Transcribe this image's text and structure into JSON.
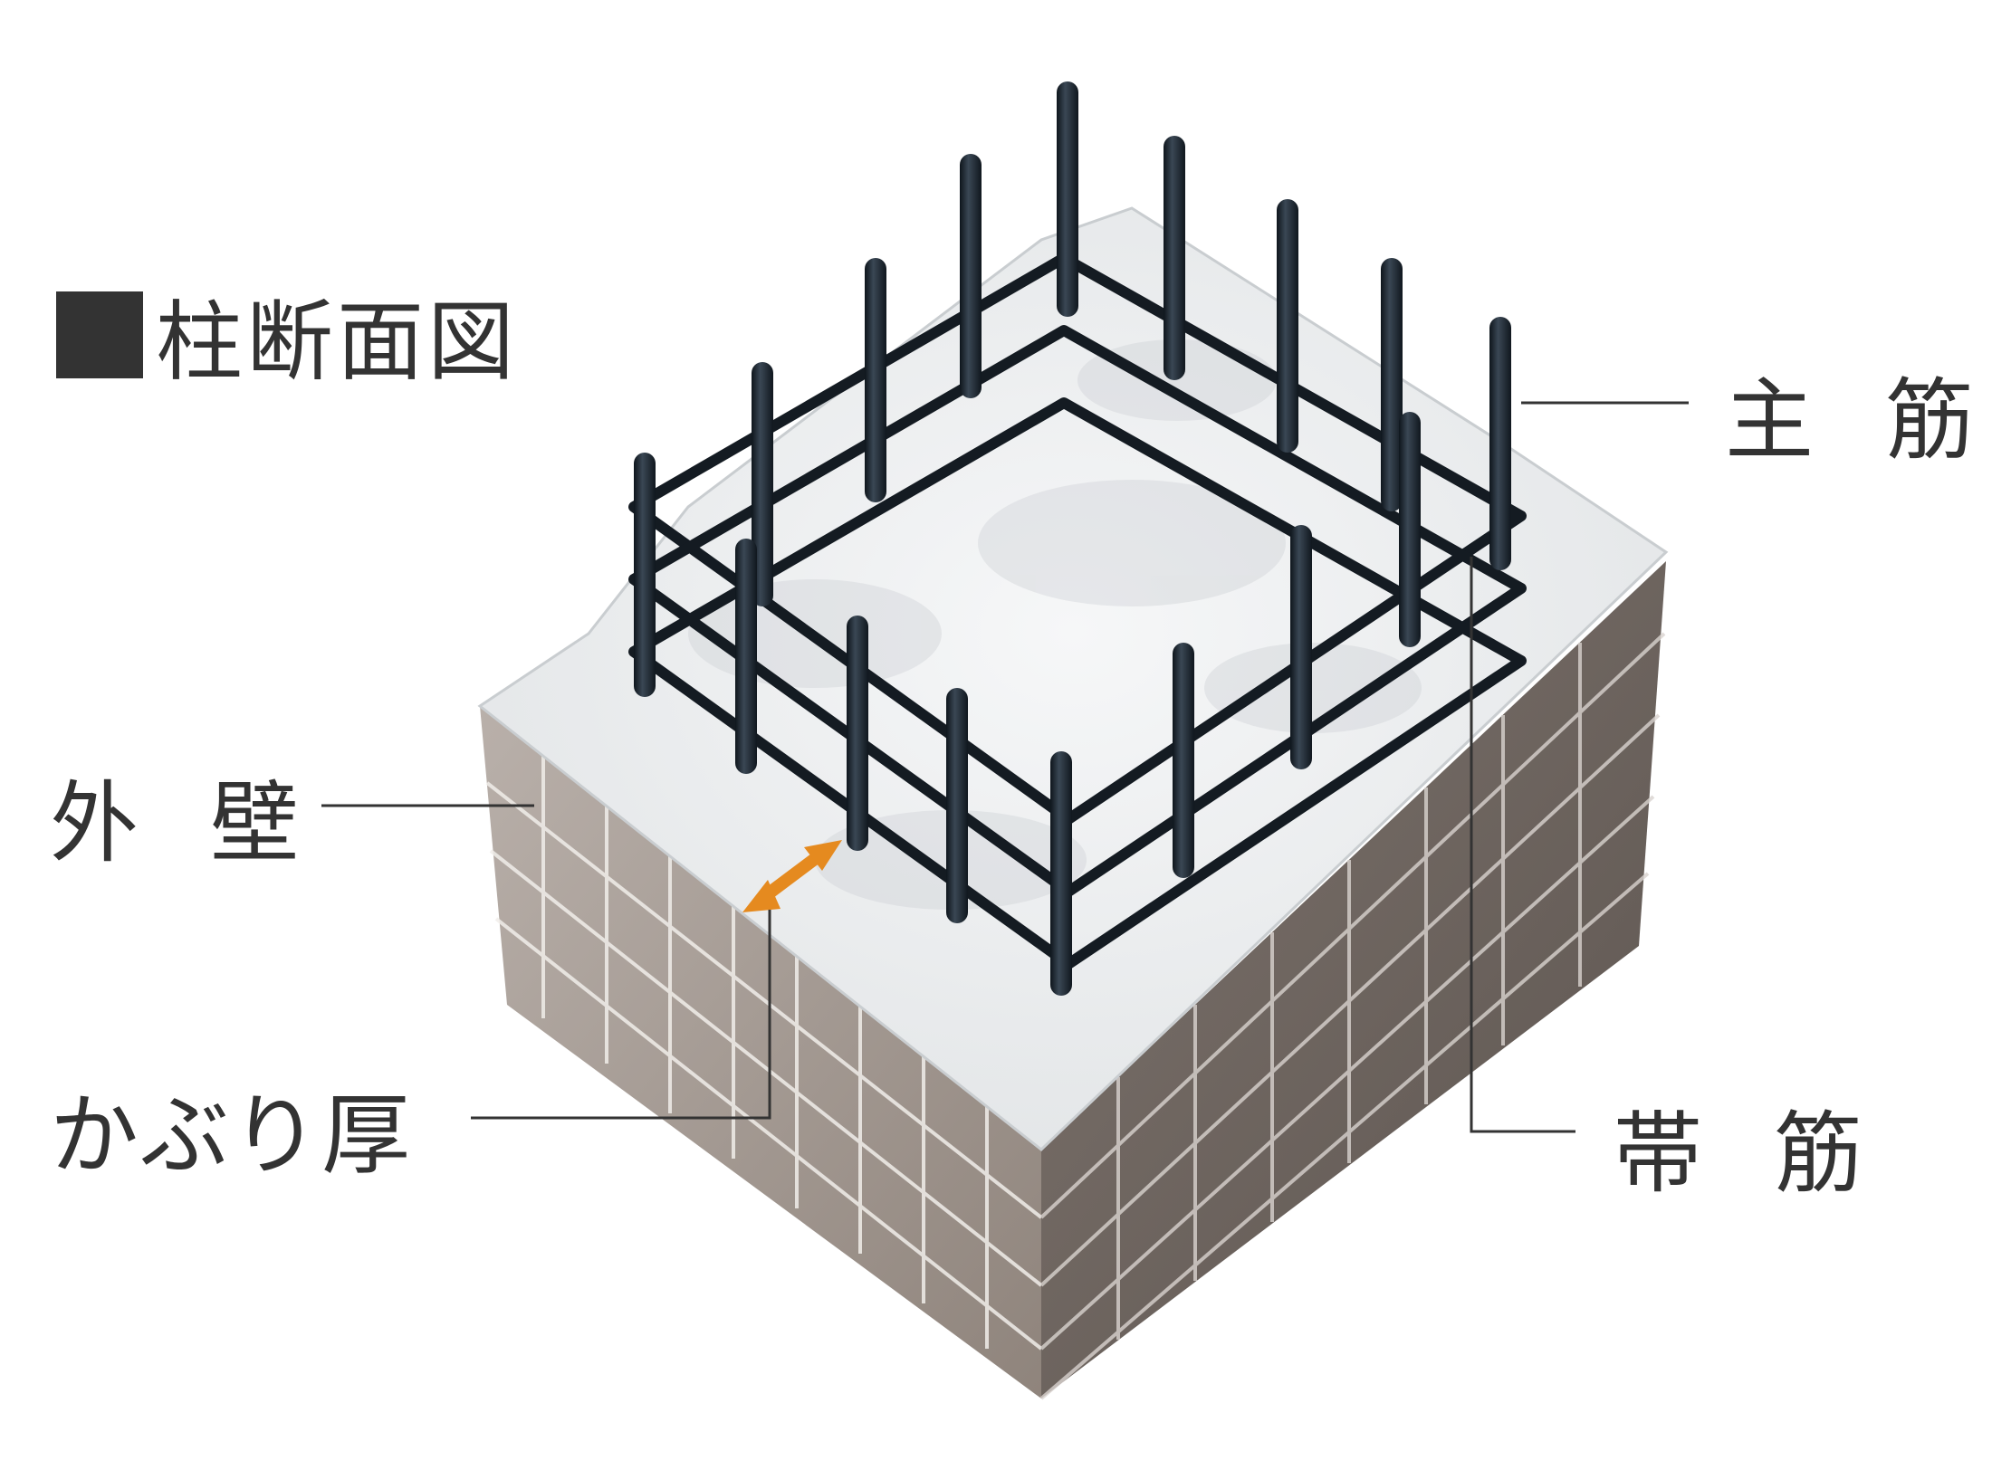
{
  "title": "柱断面図",
  "labels": {
    "main_bar": "主 筋",
    "tie_bar": "帯 筋",
    "outer_wall": "外 壁",
    "cover_thickness": "かぶり厚"
  },
  "colors": {
    "text": "#333333",
    "rebar": "#1c2630",
    "concrete": "#eceeef",
    "tile": "#9a8f88",
    "arrow": "#e58a1f"
  }
}
